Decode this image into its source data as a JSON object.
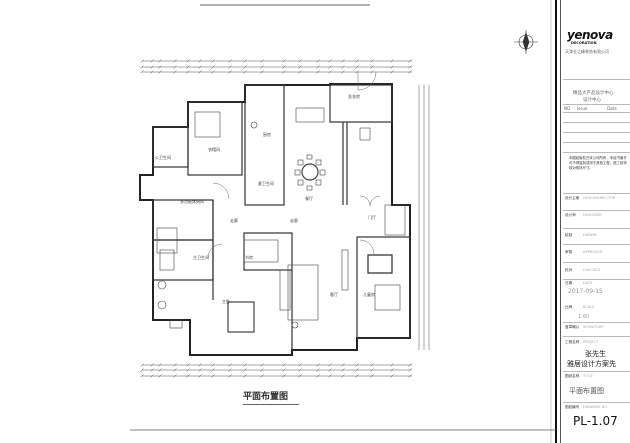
{
  "title_block": {
    "logo": "yenova",
    "logo_sub": "DECORATION",
    "company_line": "天津业之峰装饰有限公司",
    "design_center": "精品大产品设计中心",
    "design_center_2": "设计中心",
    "rev_header": [
      "NO.",
      "Issue",
      "Date"
    ],
    "notes": "本图纸版权归本公司所有，未经书面许可不得复制或用于其他工程，施工前请核对现场尺寸。",
    "fields": [
      {
        "label": "设计主案",
        "value": "DESIGNDIRECTOR"
      },
      {
        "label": "设计师",
        "value": "DESIGNER"
      },
      {
        "label": "绘制",
        "value": "DRAWN"
      },
      {
        "label": "审核",
        "value": "APPROVED"
      },
      {
        "label": "校对",
        "value": "CHECKED"
      },
      {
        "label": "日期",
        "value": "DATE"
      },
      {
        "label": "比例",
        "value": "SCALE"
      },
      {
        "label": "盖章确认",
        "value": "SIGNATURE"
      },
      {
        "label": "工程名称",
        "value": "PROJECT"
      },
      {
        "label": "图纸名称",
        "value": "TITLE"
      },
      {
        "label": "图纸编号",
        "value": "DRAWING NO."
      }
    ],
    "date": "2017-09-15",
    "scale": "1:60",
    "project_line1": "张先生",
    "project_line2": "雅居设计方案先",
    "sheet_title": "平面布置图",
    "sheet_number": "PL-1.07"
  },
  "drawing": {
    "title": "平面布置图",
    "rooms": {
      "kitchen": "厨房",
      "dining": "餐厅",
      "foyer": "门厅",
      "corridor": "走廊",
      "living": "客厅",
      "laundry": "洗衣房",
      "guest_bath": "客卫生间",
      "cloakroom": "衣帽间",
      "public_bath": "公卫生间",
      "multi_room": "多功能休闲间",
      "hall": "走廊",
      "master_bath": "主卫生间",
      "study": "书房",
      "master_bed": "主卧",
      "elder_room": "儿童房"
    }
  }
}
